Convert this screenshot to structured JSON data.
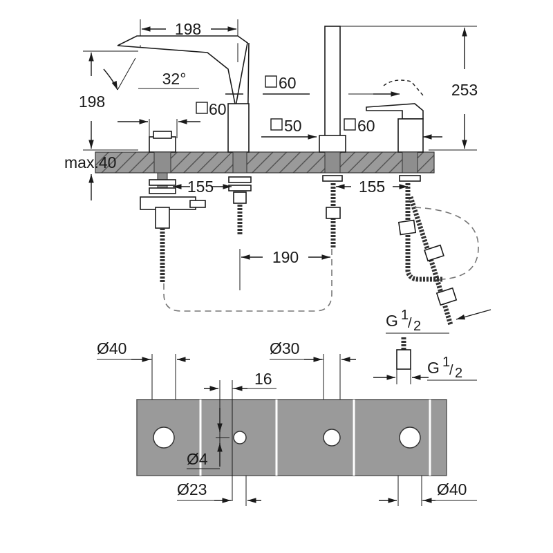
{
  "dimensions": {
    "spout_width": "198",
    "spout_height": "198",
    "spout_angle": "32°",
    "square_60_a": "60",
    "square_60_b": "60",
    "square_50": "50",
    "square_60_c": "60",
    "total_height": "253",
    "deck_thickness": "max.40",
    "spacing_left": "155",
    "spacing_right": "155",
    "spacing_center": "190",
    "thread_upper": "G",
    "thread_lower": "G",
    "thread_fraction_num": "1",
    "thread_fraction_den": "2",
    "hole_d40_left": "Ø40",
    "hole_d30": "Ø30",
    "offset_16": "16",
    "pin_d4": "Ø4",
    "hole_d23": "Ø23",
    "hole_d40_right": "Ø40"
  }
}
